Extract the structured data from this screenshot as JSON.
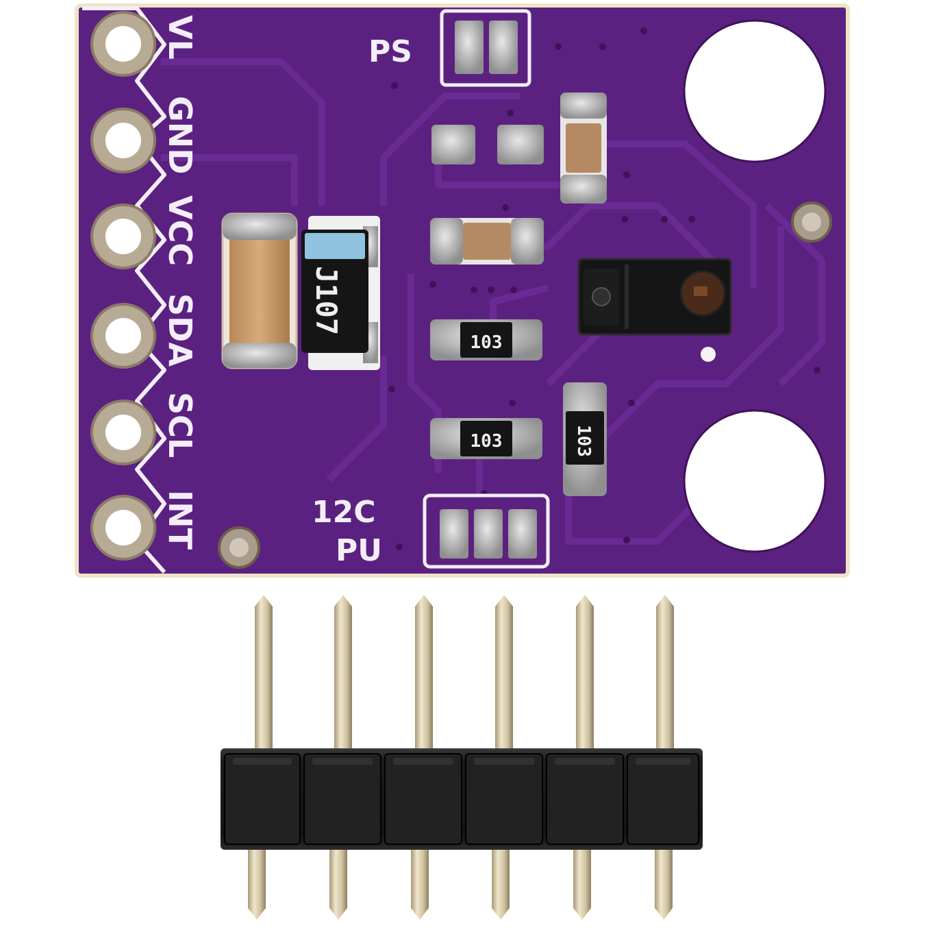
{
  "board": {
    "pin_labels": [
      "VL",
      "GND",
      "VCC",
      "SDA",
      "SCL",
      "INT"
    ],
    "jumper_ps": "PS",
    "jumper_i2c_line1": "12C",
    "jumper_i2c_line2": "PU",
    "regulator_code": "J107",
    "resistor_codes": [
      "103",
      "103",
      "103"
    ]
  },
  "colors": {
    "pcb": "#5b2180",
    "pcb_dark": "#3f1259",
    "trace": "#6a2a93",
    "silk": "#f4eef8",
    "solder": "#c9c9c9",
    "capacitor": "#c89a6a",
    "chip": "#151515",
    "regulator_band": "#8fc3e0",
    "header_plastic": "#1c1c1c",
    "header_pin": "#d8cdb0"
  },
  "header": {
    "pin_count": 6
  }
}
